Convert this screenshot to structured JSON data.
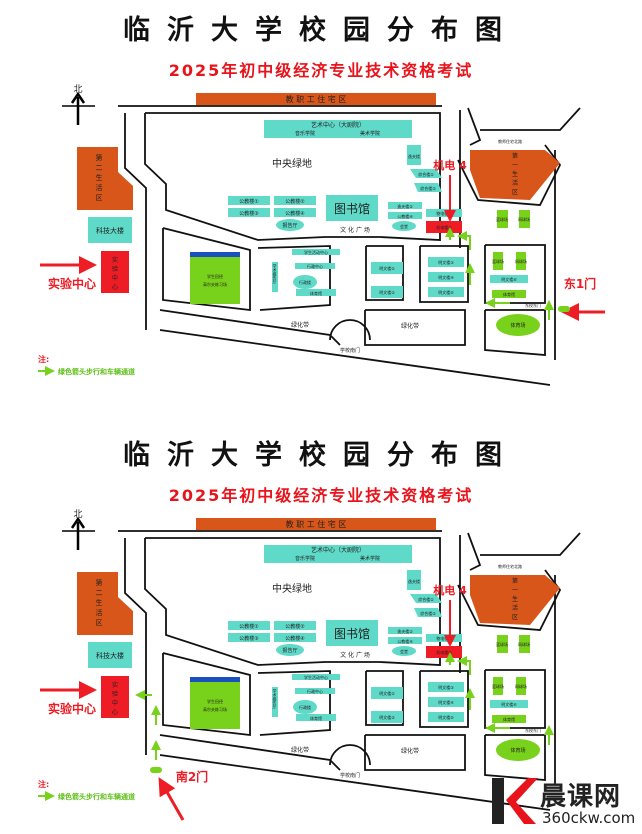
{
  "panels": [
    {
      "title": "临沂大学校园分布图",
      "subtitle": "2025年初中级经济专业技术资格考试",
      "gate": "东1门"
    },
    {
      "title": "临沂大学校园分布图",
      "subtitle": "2025年初中级经济专业技术资格考试",
      "gate": "南2门"
    }
  ],
  "map": {
    "north": "北",
    "staff_housing": "教 职 工 住 宅 区",
    "art_center": "艺术中心（大剧院）",
    "music": "音乐学院",
    "fine_arts": "美术学院",
    "central_green": "中央绿地",
    "living2": [
      "第",
      "二",
      "生",
      "活",
      "区"
    ],
    "living1": [
      "第",
      "一",
      "生",
      "活",
      "区"
    ],
    "tech": "科技大楼",
    "lab": [
      "实",
      "验",
      "中",
      "心"
    ],
    "lab_callout": "实验中心",
    "library": "图书馆",
    "plaza": "文 化 广 场",
    "public_buildings": [
      "公教楼①",
      "公教楼②",
      "公教楼③",
      "公教楼④"
    ],
    "lecture": "报告厅",
    "right_buildings": [
      "逸夫楼",
      "综合楼①",
      "综合楼②",
      "逸夫楼②",
      "物电楼①",
      "机电楼④"
    ],
    "auditorium": "会堂",
    "exam_callout": "机电 4",
    "field": [
      "学生田径",
      "高尔夫练习场"
    ],
    "center_buildings": [
      "学生活动中心",
      "行政中心",
      "行政楼",
      "体育馆"
    ],
    "vertical_label": "学术报告厅",
    "teaching": [
      "明文楼①",
      "明文楼②",
      "明文楼③",
      "明文楼④",
      "明文楼⑤",
      "明文楼⑥"
    ],
    "courts": [
      "篮球场",
      "网球场",
      "篮球场",
      "网球场"
    ],
    "gym": "体育馆",
    "stadium": "体育场",
    "green_belt": "绿化带",
    "south_gate": "学校南门",
    "east_gate": "东校东门",
    "north_road": "教师住宅北路",
    "note_title": "注:",
    "note": "绿色箭头步行和车辆通道"
  },
  "logo": {
    "name": "晨课网",
    "url": "360ckw.com"
  },
  "colors": {
    "orange": "#d9561a",
    "teal": "#5fd9c8",
    "red": "#ee1c24",
    "green": "#78d11a",
    "blue": "#1a4fc0"
  }
}
